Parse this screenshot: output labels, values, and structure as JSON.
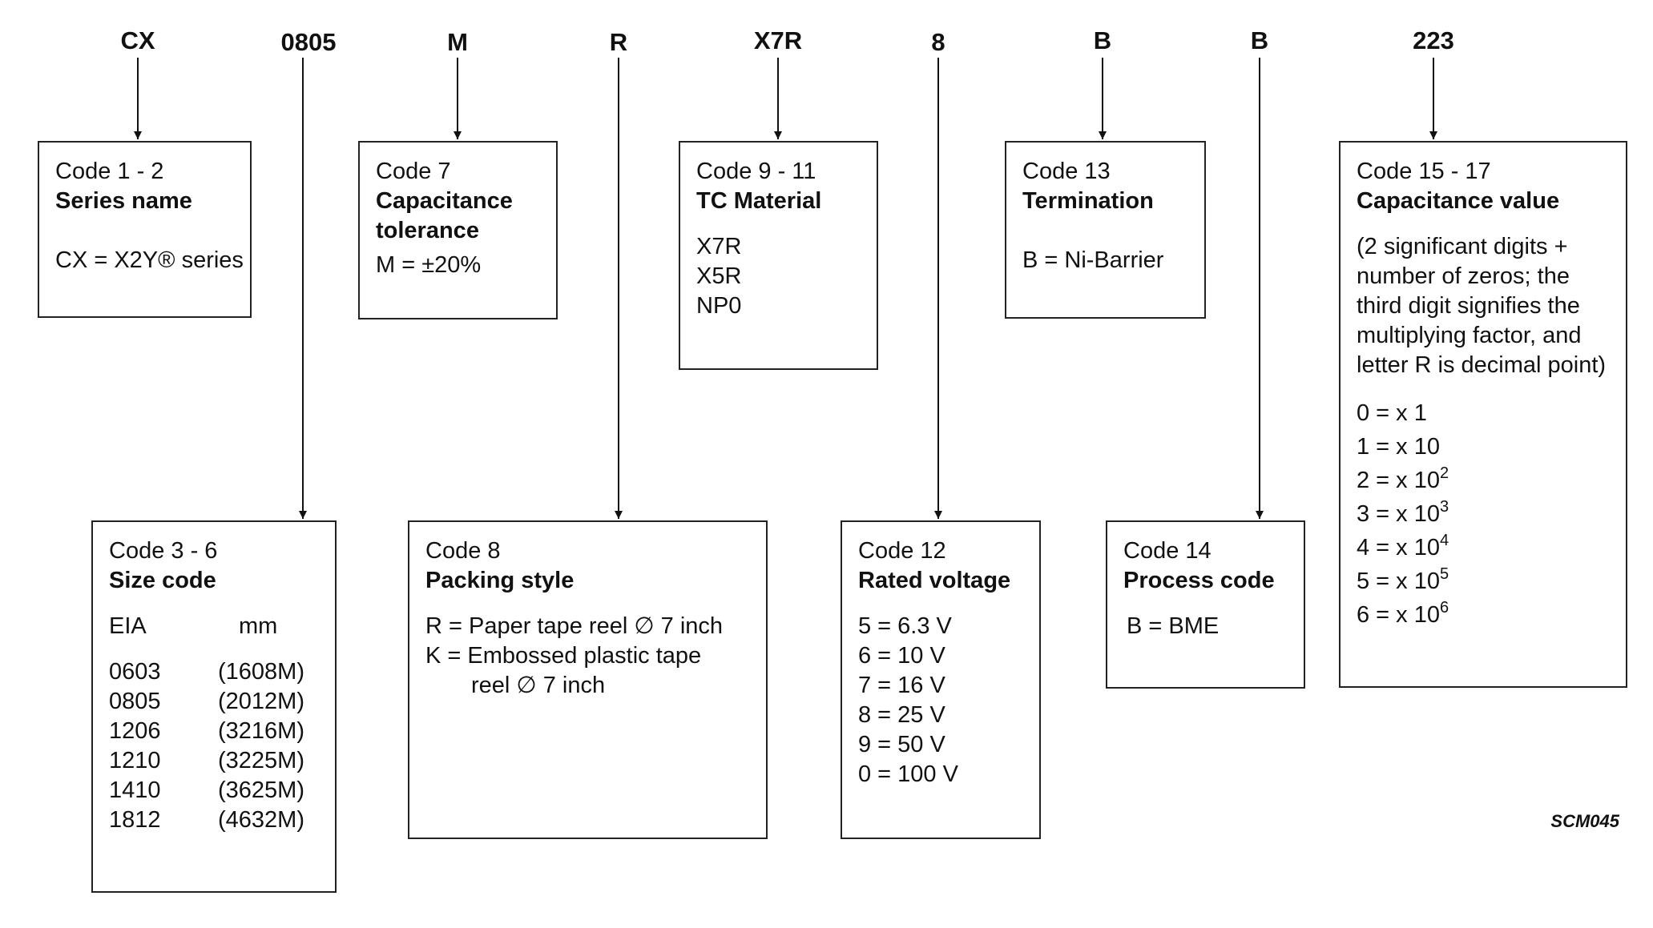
{
  "code_letters": [
    "CX",
    "0805",
    "M",
    "R",
    "X7R",
    "8",
    "B",
    "B",
    "223"
  ],
  "boxes": {
    "series": {
      "code": "Code 1 - 2",
      "title": "Series name",
      "line1": "CX = X2Y® series"
    },
    "tolerance": {
      "code": "Code 7",
      "title1": "Capacitance",
      "title2": "tolerance",
      "line1": "M = ±20%"
    },
    "tc_material": {
      "code": "Code 9 - 11",
      "title": "TC Material",
      "items": [
        "X7R",
        "X5R",
        "NP0"
      ]
    },
    "termination": {
      "code": "Code 13",
      "title": "Termination",
      "line1": "B = Ni-Barrier"
    },
    "cap_value": {
      "code": "Code 15 - 17",
      "title": "Capacitance value",
      "desc": [
        "(2 significant digits +",
        "number of zeros; the",
        "third digit signifies the",
        "multiplying factor, and",
        "letter R is decimal point)"
      ],
      "multipliers": [
        {
          "base": "0 = x 1",
          "exp": ""
        },
        {
          "base": "1 = x 10",
          "exp": ""
        },
        {
          "base": "2 = x 10",
          "exp": "2"
        },
        {
          "base": "3 = x 10",
          "exp": "3"
        },
        {
          "base": "4 = x 10",
          "exp": "4"
        },
        {
          "base": "5 = x 10",
          "exp": "5"
        },
        {
          "base": "6 = x 10",
          "exp": "6"
        }
      ]
    },
    "size": {
      "code": "Code 3 - 6",
      "title": "Size code",
      "header_eia": "EIA",
      "header_mm": "mm",
      "rows": [
        {
          "eia": "0603",
          "mm": "(1608M)"
        },
        {
          "eia": "0805",
          "mm": "(2012M)"
        },
        {
          "eia": "1206",
          "mm": "(3216M)"
        },
        {
          "eia": "1210",
          "mm": "(3225M)"
        },
        {
          "eia": "1410",
          "mm": "(3625M)"
        },
        {
          "eia": "1812",
          "mm": "(4632M)"
        }
      ]
    },
    "packing": {
      "code": "Code 8",
      "title": "Packing style",
      "line1": "R = Paper tape reel ∅ 7 inch",
      "line2": "K = Embossed plastic tape",
      "line3": "reel ∅ 7 inch"
    },
    "voltage": {
      "code": "Code 12",
      "title": "Rated voltage",
      "items": [
        "5 = 6.3 V",
        "6 = 10 V",
        "7 = 16 V",
        "8 = 25 V",
        "9 = 50 V",
        "0 = 100 V"
      ]
    },
    "process": {
      "code": "Code 14",
      "title": "Process code",
      "line1": "B = BME"
    }
  },
  "figure_id": "SCM045"
}
